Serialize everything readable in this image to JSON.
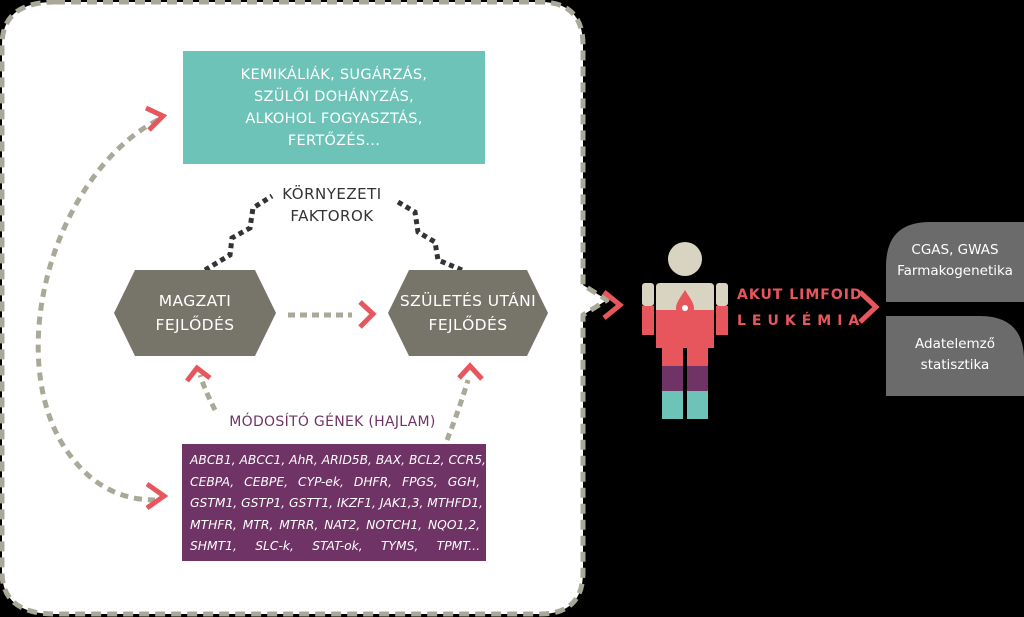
{
  "environment_box": {
    "text": "KEMIKÁLIÁK, SUGÁRZÁS,\nSZÜLŐI DOHÁNYZÁS,\nALKOHOL FOGYASZTÁS,\nFERTŐZÉS..."
  },
  "environmental_factors_label": "KÖRNYEZETI\nFAKTOROK",
  "stages": {
    "fetal": "MAGZATI\nFEJLŐDÉS",
    "postnatal": "SZÜLETÉS UTÁNI\nFEJLŐDÉS"
  },
  "modifier_genes": {
    "label": "MÓDOSÍTÓ GÉNEK (HAJLAM)",
    "lines": [
      "ABCB1, ABCC1, AhR, ARID5B, BAX, BCL2, CCR5,",
      "CEBPA, CEBPE, CYP-ek, DHFR, FPGS, GGH,",
      "GSTM1, GSTP1, GSTT1, IKZF1, JAK1,3, MTHFD1,",
      "MTHFR, MTR, MTRR, NAT2, NOTCH1, NQO1,2,",
      "SHMT1, SLC-k, STAT-ok, TYMS, TPMT..."
    ]
  },
  "outcome": {
    "line1": "AKUT LIMFOID",
    "line2": "LEUKÉMIA"
  },
  "methods": [
    "CGAS, GWAS\nFarmakogenetika",
    "Adatelemző\nstatisztika"
  ],
  "colors": {
    "teal": "#6dc3b8",
    "hex_gray": "#77746a",
    "purple": "#6f3465",
    "coral": "#e8565d",
    "dashed_border": "#aaa896",
    "figure_head": "#d9d4c1",
    "method_gray": "#6b6b6b"
  },
  "icons": [
    "child-figure-icon",
    "blood-drop-icon",
    "chevron-right-icon"
  ]
}
